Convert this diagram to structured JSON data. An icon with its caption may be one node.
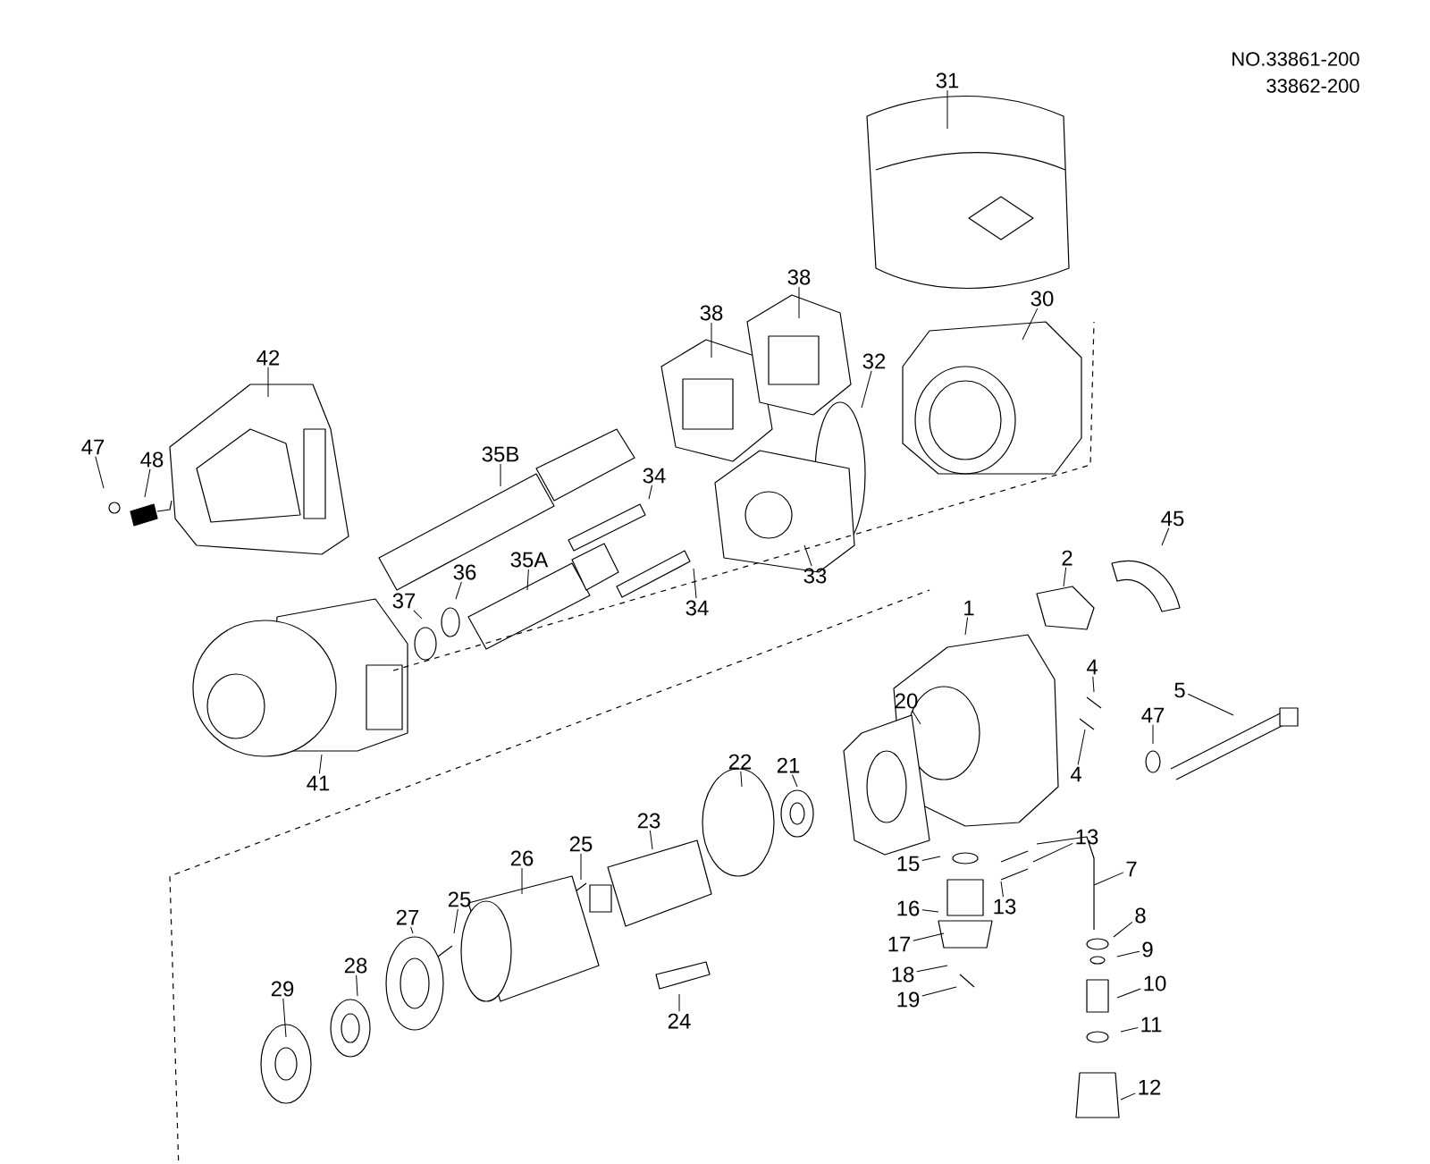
{
  "diagram": {
    "nodes": [
      {
        "text": [
          "31"
        ]
      },
      {
        "text": [
          "38"
        ]
      },
      {
        "text": [
          "38"
        ]
      },
      {
        "text": [
          "30"
        ]
      },
      {
        "text": [
          "32"
        ]
      },
      {
        "text": [
          "42"
        ]
      },
      {
        "text": [
          "47"
        ]
      },
      {
        "text": [
          "48"
        ]
      },
      {
        "text": [
          "35B"
        ]
      },
      {
        "text": [
          "34"
        ]
      },
      {
        "text": [
          "34"
        ]
      },
      {
        "text": [
          "33"
        ]
      },
      {
        "text": [
          "35A"
        ]
      },
      {
        "text": [
          "36"
        ]
      },
      {
        "text": [
          "37"
        ]
      },
      {
        "text": [
          "41"
        ]
      },
      {
        "text": [
          "45"
        ]
      },
      {
        "text": [
          "2"
        ]
      },
      {
        "text": [
          "1"
        ]
      },
      {
        "text": [
          "4"
        ]
      },
      {
        "text": [
          "4"
        ]
      },
      {
        "text": [
          "5"
        ]
      },
      {
        "text": [
          "47"
        ]
      },
      {
        "text": [
          "20"
        ]
      },
      {
        "text": [
          "22"
        ]
      },
      {
        "text": [
          "21"
        ]
      },
      {
        "text": [
          "15"
        ]
      },
      {
        "text": [
          "13"
        ]
      },
      {
        "text": [
          "7"
        ]
      },
      {
        "text": [
          "16"
        ]
      },
      {
        "text": [
          "13"
        ]
      },
      {
        "text": [
          "17"
        ]
      },
      {
        "text": [
          "18"
        ]
      },
      {
        "text": [
          "19"
        ]
      },
      {
        "text": [
          "8"
        ]
      },
      {
        "text": [
          "9"
        ]
      },
      {
        "text": [
          "10"
        ]
      },
      {
        "text": [
          "11"
        ]
      },
      {
        "text": [
          "12"
        ]
      },
      {
        "text": [
          "23"
        ]
      },
      {
        "text": [
          "25"
        ]
      },
      {
        "text": [
          "26"
        ]
      },
      {
        "text": [
          "27"
        ]
      },
      {
        "text": [
          "25"
        ]
      },
      {
        "text": [
          "28"
        ]
      },
      {
        "text": [
          "29"
        ]
      },
      {
        "text": [
          "24"
        ]
      }
    ],
    "edges": [
      {
        "from": 0,
        "to": null,
        "arrow": "none"
      },
      {
        "from": 1,
        "to": null,
        "arrow": "none"
      },
      {
        "from": 2,
        "to": null,
        "arrow": "none"
      },
      {
        "from": 3,
        "to": null,
        "arrow": "none"
      },
      {
        "from": 4,
        "to": null,
        "arrow": "none"
      },
      {
        "from": 5,
        "to": null,
        "arrow": "none"
      },
      {
        "from": 6,
        "to": null,
        "arrow": "none"
      },
      {
        "from": 7,
        "to": null,
        "arrow": "none"
      },
      {
        "from": 8,
        "to": null,
        "arrow": "none"
      },
      {
        "from": 9,
        "to": null,
        "arrow": "none"
      },
      {
        "from": 10,
        "to": null,
        "arrow": "none"
      },
      {
        "from": 11,
        "to": null,
        "arrow": "none"
      },
      {
        "from": 12,
        "to": null,
        "arrow": "none"
      },
      {
        "from": 13,
        "to": null,
        "arrow": "none"
      },
      {
        "from": 14,
        "to": null,
        "arrow": "none"
      },
      {
        "from": 15,
        "to": null,
        "arrow": "none"
      },
      {
        "from": 16,
        "to": null,
        "arrow": "none"
      },
      {
        "from": 17,
        "to": null,
        "arrow": "none"
      },
      {
        "from": 18,
        "to": null,
        "arrow": "none"
      },
      {
        "from": 19,
        "to": null,
        "arrow": "none"
      },
      {
        "from": 20,
        "to": null,
        "arrow": "none"
      },
      {
        "from": 21,
        "to": null,
        "arrow": "none"
      },
      {
        "from": 22,
        "to": null,
        "arrow": "none"
      },
      {
        "from": 23,
        "to": null,
        "arrow": "none"
      },
      {
        "from": 24,
        "to": null,
        "arrow": "none"
      },
      {
        "from": 25,
        "to": null,
        "arrow": "none"
      },
      {
        "from": 26,
        "to": null,
        "arrow": "none"
      },
      {
        "from": 27,
        "to": null,
        "arrow": "none"
      },
      {
        "from": 28,
        "to": null,
        "arrow": "none"
      },
      {
        "from": 29,
        "to": null,
        "arrow": "none"
      },
      {
        "from": 30,
        "to": null,
        "arrow": "none"
      },
      {
        "from": 31,
        "to": null,
        "arrow": "none"
      },
      {
        "from": 32,
        "to": null,
        "arrow": "none"
      },
      {
        "from": 33,
        "to": null,
        "arrow": "none"
      },
      {
        "from": 34,
        "to": null,
        "arrow": "none"
      },
      {
        "from": 35,
        "to": null,
        "arrow": "none"
      },
      {
        "from": 36,
        "to": null,
        "arrow": "none"
      },
      {
        "from": 37,
        "to": null,
        "arrow": "none"
      },
      {
        "from": 38,
        "to": null,
        "arrow": "none"
      },
      {
        "from": 39,
        "to": null,
        "arrow": "none"
      },
      {
        "from": 40,
        "to": null,
        "arrow": "none"
      },
      {
        "from": 41,
        "to": null,
        "arrow": "none"
      },
      {
        "from": 42,
        "to": null,
        "arrow": "none"
      },
      {
        "from": 43,
        "to": null,
        "arrow": "none"
      },
      {
        "from": 44,
        "to": null,
        "arrow": "none"
      },
      {
        "from": 45,
        "to": null,
        "arrow": "none"
      },
      {
        "from": 46,
        "to": null,
        "arrow": "none"
      }
    ],
    "labels": [
      "NO.33861-200",
      "33862-200"
    ]
  }
}
